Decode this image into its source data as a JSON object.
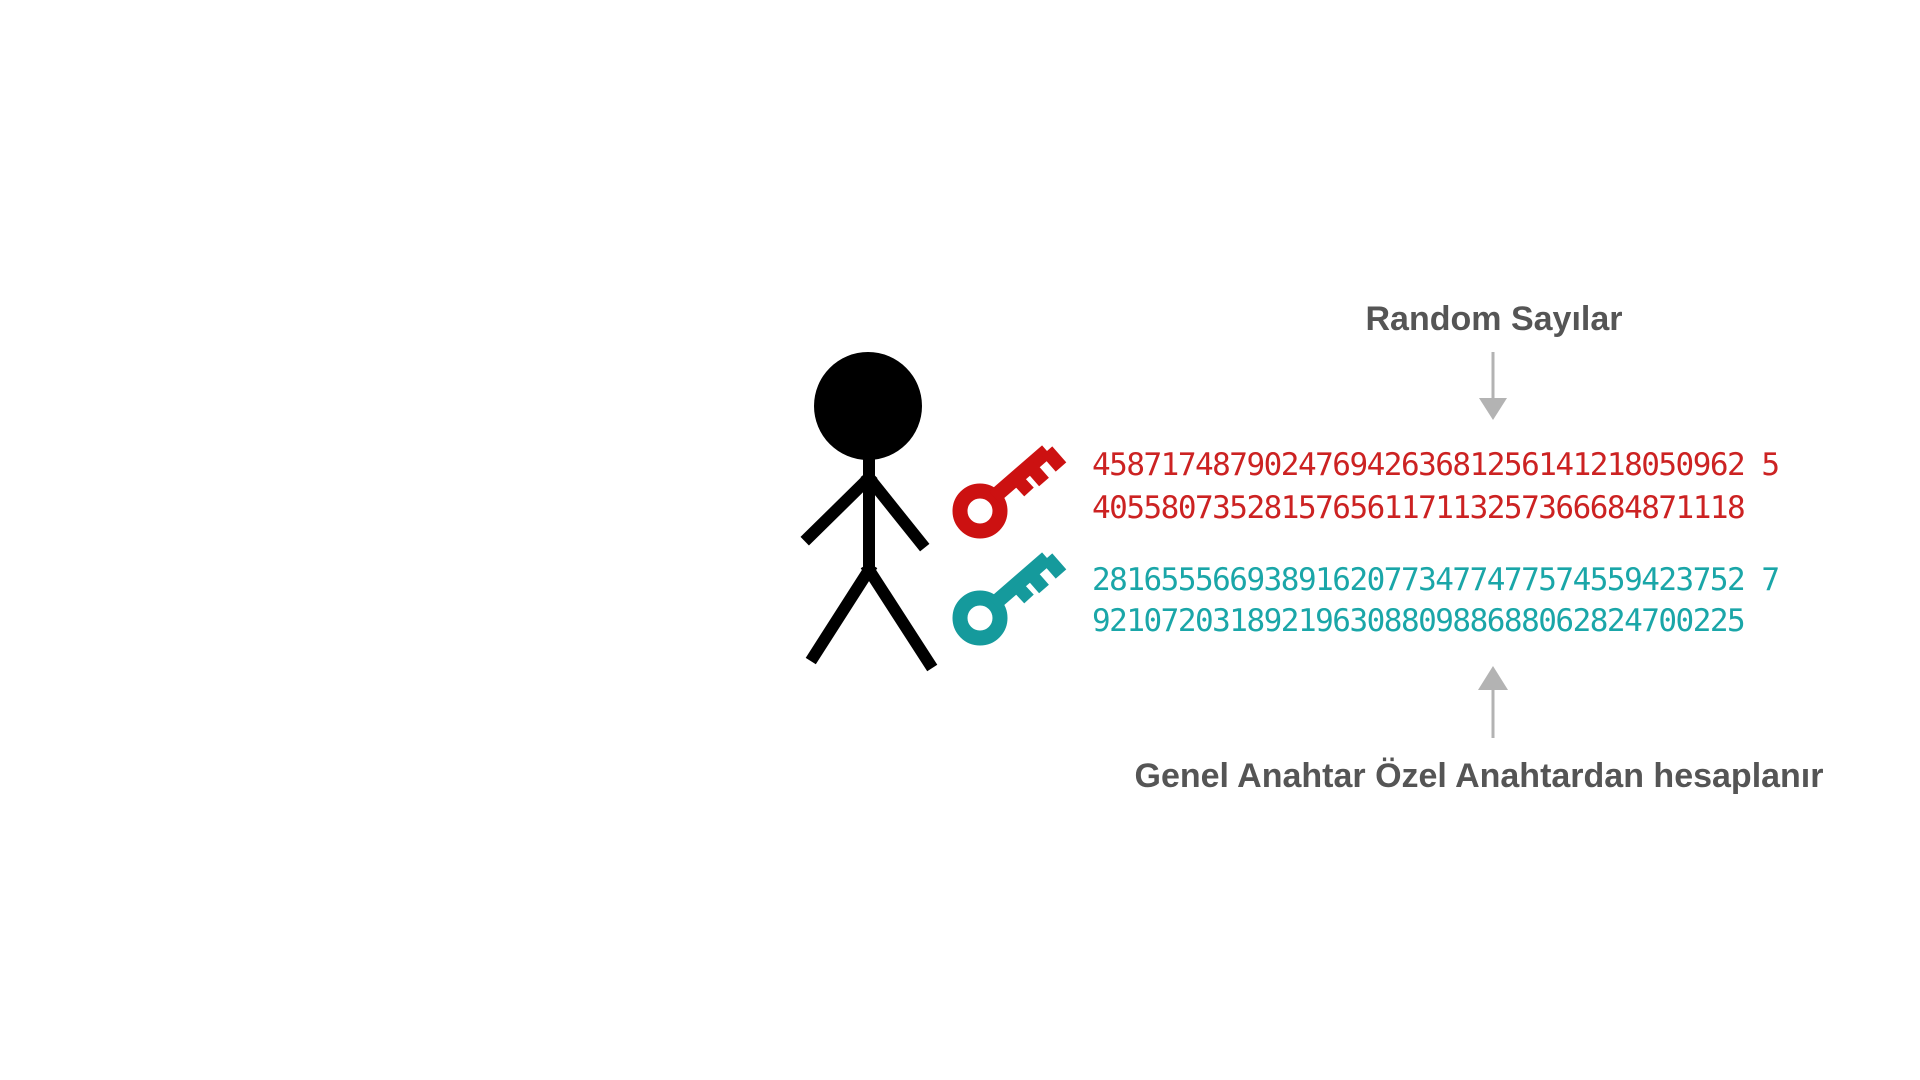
{
  "labels": {
    "top": "Random Sayılar",
    "bottom": "Genel Anahtar Özel Anahtardan hesaplanır"
  },
  "private_key": {
    "line1": "45871748790247694263681256141218050962 5",
    "line2": "40558073528157656117113257366684871118"
  },
  "public_key": {
    "line1": "28165556693891620773477477574559423752 7",
    "line2": "92107203189219630880988688062824700225"
  },
  "colors": {
    "private": "#cc2222",
    "public": "#1aa6a8",
    "text": "#555555",
    "arrow": "#b3b3b3",
    "person": "#000000"
  },
  "icons": [
    "stick-figure-person",
    "red-key-icon",
    "teal-key-icon",
    "down-arrow-icon",
    "up-arrow-icon"
  ]
}
